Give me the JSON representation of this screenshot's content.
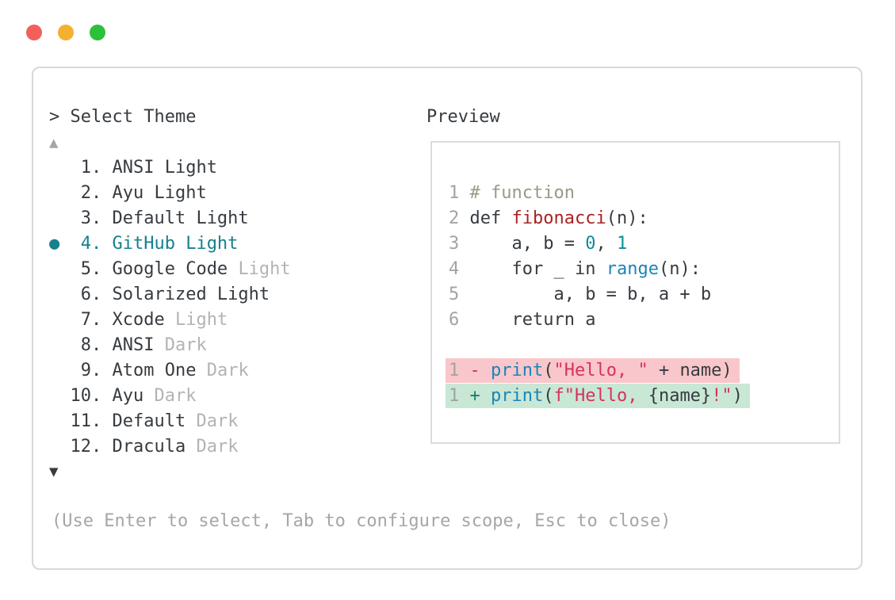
{
  "colors": {
    "fg": "#363b40",
    "muted": "#b3b3b3",
    "hint": "#a6a6a6",
    "ln": "#a3a3a3",
    "accent": "#15818b",
    "comment": "#999988",
    "func": "#aa2222",
    "builtin": "#1a85b8",
    "num": "#0b8e96",
    "str": "#d6335c",
    "minus": "#d23150",
    "plus": "#17806d",
    "delbg": "#f8c6cb",
    "insbg": "#c9e7d5",
    "border": "#d8d8d8",
    "border2": "#dcdcdc",
    "close_dot": "#f2605c",
    "min_dot": "#f2b12e",
    "zoom_dot": "#2cc03c",
    "arrow_up": "#a6a6a6",
    "arrow_down": "#3a3a3a"
  },
  "picker": {
    "prompt": ">",
    "title": "Select Theme",
    "scroll_up_icon": "▲",
    "scroll_down_icon": "▼",
    "selected_marker": "●",
    "items": [
      {
        "num": "1",
        "main": "ANSI Light",
        "suffix": "",
        "selected": false
      },
      {
        "num": "2",
        "main": "Ayu Light",
        "suffix": "",
        "selected": false
      },
      {
        "num": "3",
        "main": "Default Light",
        "suffix": "",
        "selected": false
      },
      {
        "num": "4",
        "main": "GitHub Light",
        "suffix": "",
        "selected": true
      },
      {
        "num": "5",
        "main": "Google Code",
        "suffix": "Light",
        "selected": false
      },
      {
        "num": "6",
        "main": "Solarized Light",
        "suffix": "",
        "selected": false
      },
      {
        "num": "7",
        "main": "Xcode",
        "suffix": "Light",
        "selected": false
      },
      {
        "num": "8",
        "main": "ANSI",
        "suffix": "Dark",
        "selected": false
      },
      {
        "num": "9",
        "main": "Atom One",
        "suffix": "Dark",
        "selected": false
      },
      {
        "num": "10",
        "main": "Ayu",
        "suffix": "Dark",
        "selected": false
      },
      {
        "num": "11",
        "main": "Default",
        "suffix": "Dark",
        "selected": false
      },
      {
        "num": "12",
        "main": "Dracula",
        "suffix": "Dark",
        "selected": false
      }
    ],
    "hint": "(Use Enter to select, Tab to configure scope, Esc to close)"
  },
  "preview": {
    "label": "Preview",
    "code_lines": [
      {
        "ln": "1",
        "bg": "",
        "segs": [
          [
            "# function",
            "comment"
          ]
        ]
      },
      {
        "ln": "2",
        "bg": "",
        "segs": [
          [
            "def ",
            "keyword"
          ],
          [
            "fibonacci",
            "function"
          ],
          [
            "(n):",
            "plain"
          ]
        ]
      },
      {
        "ln": "3",
        "bg": "",
        "segs": [
          [
            "    a, b = ",
            "plain"
          ],
          [
            "0",
            "number"
          ],
          [
            ", ",
            "plain"
          ],
          [
            "1",
            "number"
          ]
        ]
      },
      {
        "ln": "4",
        "bg": "",
        "segs": [
          [
            "    ",
            "plain"
          ],
          [
            "for",
            "keyword"
          ],
          [
            " _ ",
            "plain"
          ],
          [
            "in",
            "keyword"
          ],
          [
            " ",
            "plain"
          ],
          [
            "range",
            "builtin"
          ],
          [
            "(n):",
            "plain"
          ]
        ]
      },
      {
        "ln": "5",
        "bg": "",
        "segs": [
          [
            "        a, b = b, a + b",
            "plain"
          ]
        ]
      },
      {
        "ln": "6",
        "bg": "",
        "segs": [
          [
            "    ",
            "plain"
          ],
          [
            "return",
            "keyword"
          ],
          [
            " a",
            "plain"
          ]
        ]
      },
      {
        "ln": "",
        "bg": "",
        "segs": []
      },
      {
        "ln": "1",
        "bg": "deleted",
        "segs": [
          [
            "- ",
            "diff-minus"
          ],
          [
            "print",
            "builtin"
          ],
          [
            "(",
            "plain"
          ],
          [
            "\"Hello, \"",
            "string"
          ],
          [
            " + name)",
            "plain"
          ]
        ]
      },
      {
        "ln": "1",
        "bg": "inserted",
        "segs": [
          [
            "+ ",
            "diff-plus"
          ],
          [
            "print",
            "builtin"
          ],
          [
            "(",
            "plain"
          ],
          [
            "f\"Hello, ",
            "string"
          ],
          [
            "{name}",
            "plain"
          ],
          [
            "!\"",
            "string"
          ],
          [
            ")",
            "plain"
          ]
        ]
      }
    ]
  }
}
